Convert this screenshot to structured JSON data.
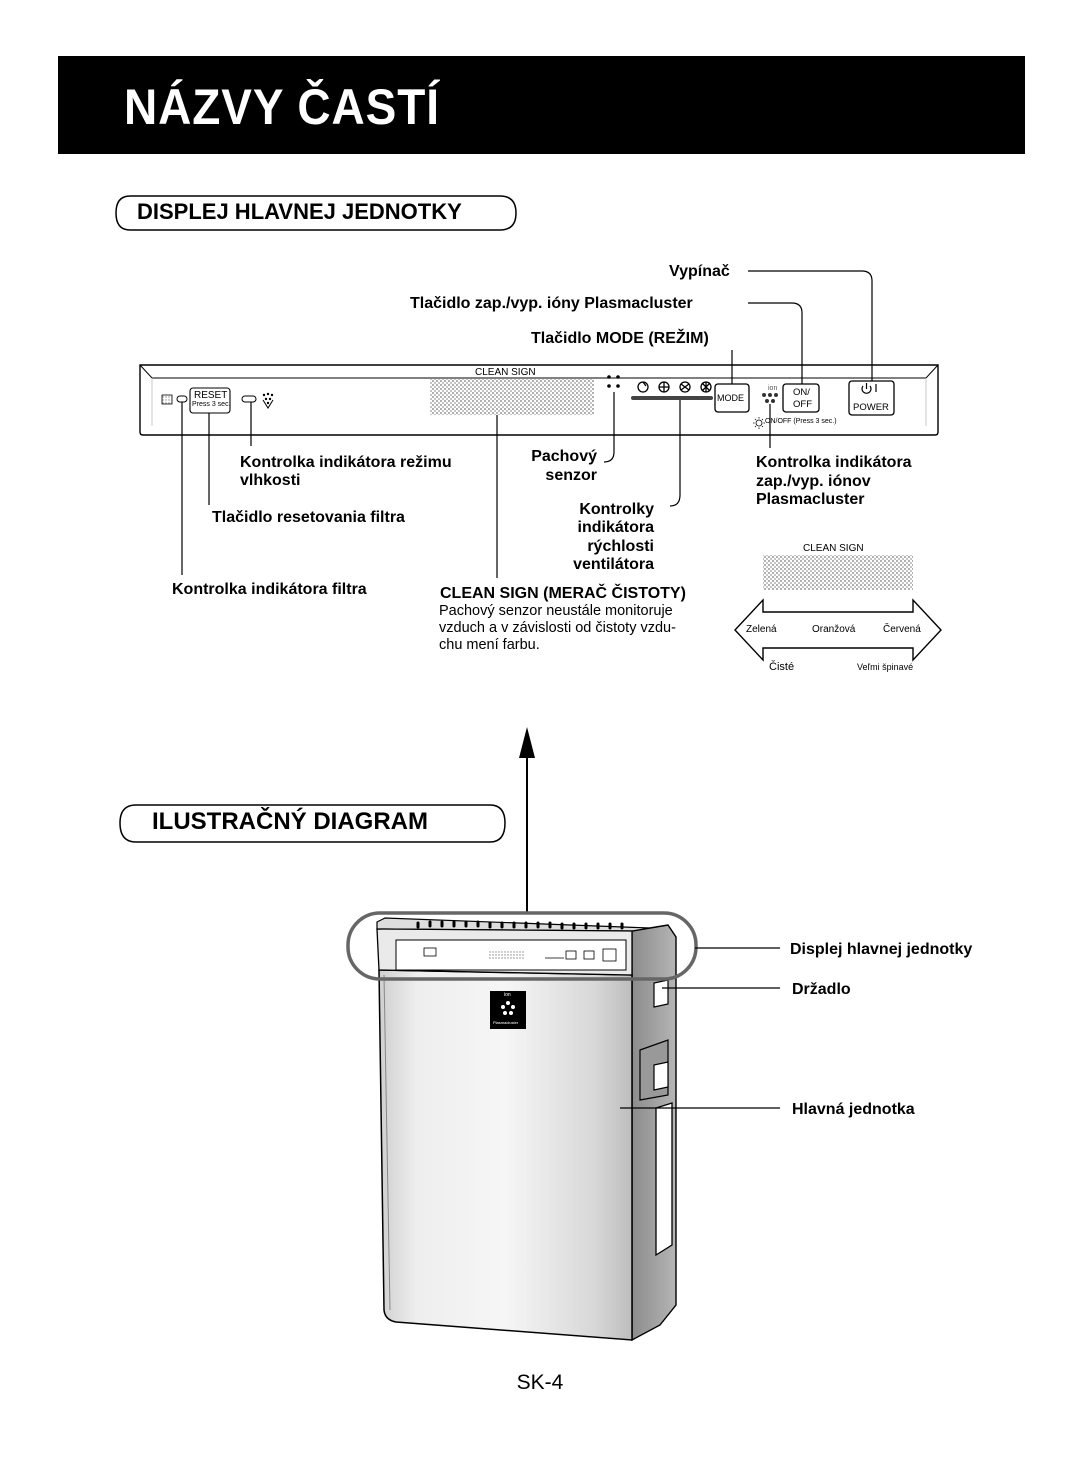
{
  "title": "NÁZVY ČASTÍ",
  "section1": "DISPLEJ HLAVNEJ JEDNOTKY",
  "section2": "ILUSTRAČNÝ DIAGRAM",
  "panel": {
    "clean_sign": "CLEAN SIGN",
    "reset": "RESET",
    "press3": "Press 3 sec.",
    "mode": "MODE",
    "on": "ON/",
    "off": "OFF",
    "power": "POWER",
    "ion_tag": "ion",
    "onoff_press": "ON/OFF (Press 3 sec.)"
  },
  "labels": {
    "vypinac": "Vypínač",
    "plasmacluster_button": "Tlačidlo zap./vyp. ióny Plasmacluster",
    "mode_button": "Tlačidlo MODE (REŽIM)",
    "humidity_mode_line1": "Kontrolka indikátora režimu",
    "humidity_mode_line2": "vlhkosti",
    "filter_reset": "Tlačidlo resetovania filtra",
    "filter_indicator": "Kontrolka indikátora filtra",
    "odor_line1": "Pachový",
    "odor_line2": "senzor",
    "fan_line1": "Kontrolky",
    "fan_line2": "indikátora",
    "fan_line3": "rýchlosti",
    "fan_line4": "ventilátora",
    "plasma_ind_line1": "Kontrolka indikátora",
    "plasma_ind_line2": "zap./vyp. iónov",
    "plasma_ind_line3": "Plasmacluster",
    "clean_sign_title": "CLEAN SIGN (MERAČ ČISTOTY)",
    "clean_sign_desc1": "Pachový senzor neustále monitoruje",
    "clean_sign_desc2": "vzduch a v závislosti od čistoty vzdu-",
    "clean_sign_desc3": "chu mení farbu."
  },
  "clean_scale": {
    "title": "CLEAN SIGN",
    "green": "Zelená",
    "orange": "Oranžová",
    "red": "Červená",
    "clean": "Čisté",
    "dirty": "Veľmi špinavé"
  },
  "diagram": {
    "display": "Displej hlavnej jednotky",
    "handle": "Držadlo",
    "main_unit": "Hlavná jednotka",
    "logo_text": "Plasmacluster",
    "logo_ion": "ion"
  },
  "page_number": "SK-4"
}
